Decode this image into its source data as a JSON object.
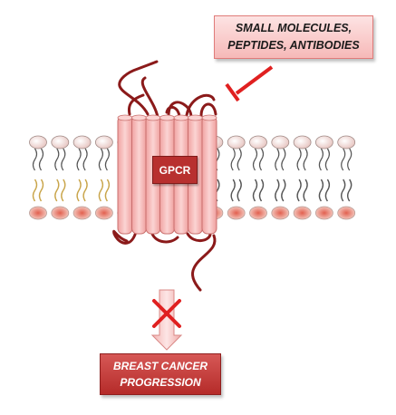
{
  "target_box": {
    "line1": "SMALL MOLECULES,",
    "line2": "PEPTIDES, ANTIBODIES"
  },
  "receptor": {
    "label": "GPCR"
  },
  "outcome_box": {
    "line1": "BREAST CANCER",
    "line2": "PROGRESSION"
  },
  "colors": {
    "dark_red": "#8b1a1a",
    "inhibitor_red": "#e02020",
    "receptor_pink": "#f5b8b7",
    "label_red": "#b8302f"
  },
  "icons": [
    "phospholipid-bilayer-icon",
    "receptor-helices-icon",
    "inhibition-arrow-icon",
    "block-cross-icon",
    "down-arrow-icon"
  ]
}
